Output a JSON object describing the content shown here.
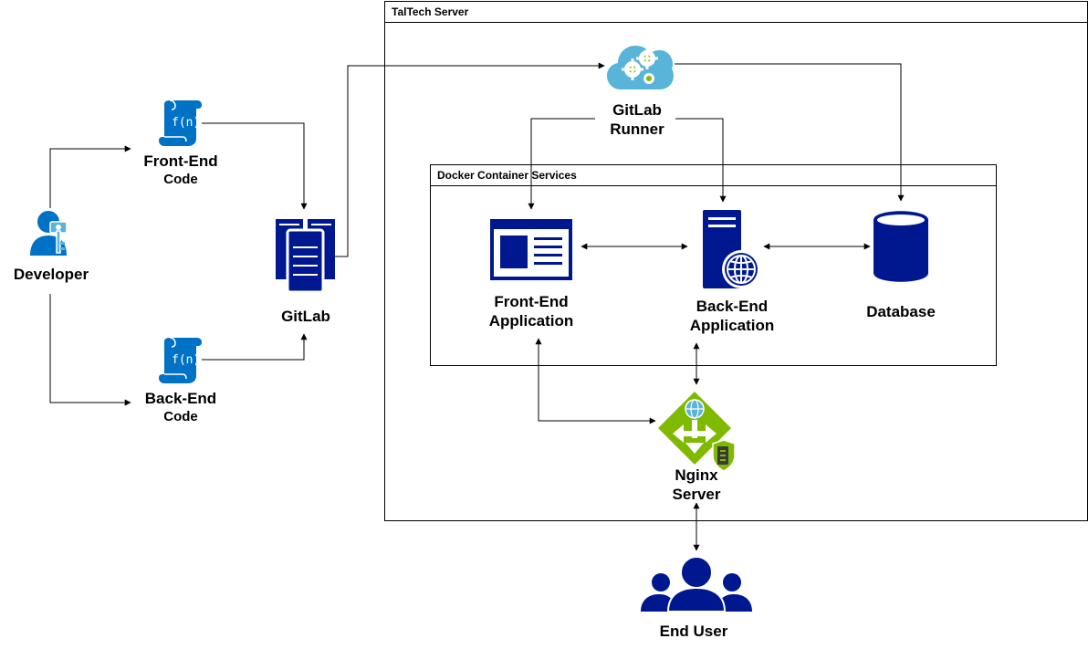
{
  "containers": {
    "server_title": "TalTech Server",
    "docker_title": "Docker Container Services"
  },
  "nodes": {
    "developer": {
      "label": "Developer",
      "icon": "developer-icon"
    },
    "frontend_code": {
      "line1": "Front-End",
      "line2": "Code",
      "icon": "function-script-icon"
    },
    "backend_code": {
      "line1": "Back-End",
      "line2": "Code",
      "icon": "function-script-icon"
    },
    "gitlab": {
      "label": "GitLab",
      "icon": "server-rack-icon"
    },
    "gitlab_runner": {
      "line1": "GitLab",
      "line2": "Runner",
      "icon": "cloud-gears-icon"
    },
    "frontend_app": {
      "line1": "Front-End",
      "line2": "Application",
      "icon": "web-page-icon"
    },
    "backend_app": {
      "line1": "Back-End",
      "line2": "Application",
      "icon": "web-server-icon"
    },
    "database": {
      "label": "Database",
      "icon": "database-icon"
    },
    "nginx": {
      "line1": "Nginx",
      "line2": "Server",
      "icon": "load-balancer-icon"
    },
    "end_user": {
      "label": "End User",
      "icon": "users-group-icon"
    }
  },
  "colors": {
    "navy": "#00188F",
    "blue": "#0072C6",
    "sky": "#59B4D9",
    "green": "#7FBA00",
    "stroke": "#000000"
  }
}
